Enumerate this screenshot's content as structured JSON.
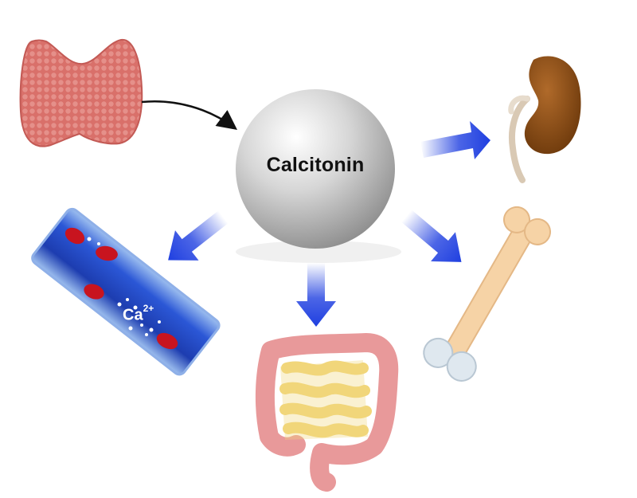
{
  "hub": {
    "label": "Calcitonin"
  },
  "ion": {
    "symbol": "Ca",
    "charge": "2+"
  },
  "targets": [
    {
      "name": "kidney",
      "icon": "kidney-icon"
    },
    {
      "name": "bone",
      "icon": "bone-icon"
    },
    {
      "name": "intestine",
      "icon": "intestine-icon"
    },
    {
      "name": "blood-vessel",
      "icon": "blood-vessel-icon"
    }
  ],
  "source": {
    "name": "thyroid-gland",
    "icon": "thyroid-gland-icon"
  },
  "colors": {
    "arrow_blue": "#1f3fe0",
    "thyroid": "#d9706a",
    "sphere": "#bfbfbf",
    "kidney": "#8a4a12",
    "bone": "#f6d3a6",
    "intestine_outer": "#e8999a",
    "intestine_inner": "#f1d67a",
    "vessel": "#2b57d6",
    "rbc": "#c8141f"
  }
}
